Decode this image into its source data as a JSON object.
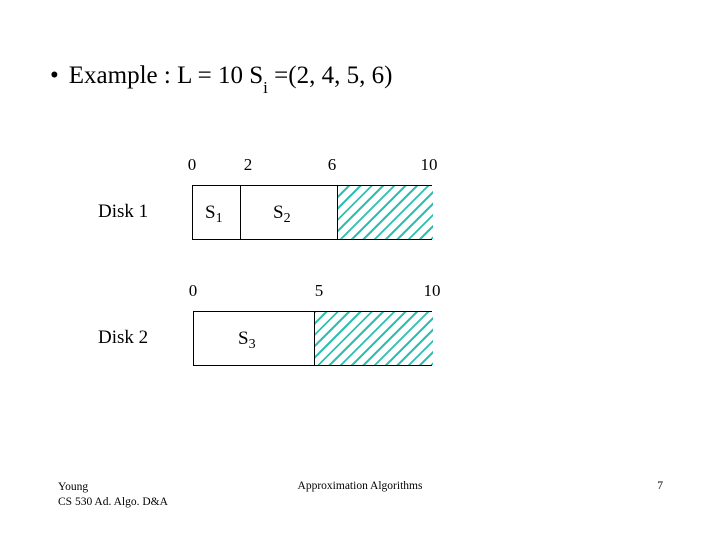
{
  "slide": {
    "bullet_glyph": "•",
    "title_prefix": "Example :  L = 10  S",
    "title_sub": "i",
    "title_suffix": " =(2, 4, 5, 6)"
  },
  "colors": {
    "hatch": "#2fbfb0",
    "outline": "#000000",
    "text": "#000000"
  },
  "diagram": {
    "disk1": {
      "label": "Disk 1",
      "ticks": [
        "0",
        "2",
        "6",
        "10"
      ],
      "segments": [
        {
          "label": "S",
          "sub": "1"
        },
        {
          "label": "S",
          "sub": "2"
        }
      ],
      "free_label": ""
    },
    "disk2": {
      "label": "Disk 2",
      "ticks": [
        "0",
        "5",
        "10"
      ],
      "segments": [
        {
          "label": "S",
          "sub": "3"
        }
      ],
      "free_label": ""
    }
  },
  "footer": {
    "author_line1": "Young",
    "author_line2": "CS 530 Ad. Algo. D&A",
    "center": "Approximation Algorithms",
    "page_number": "7"
  }
}
